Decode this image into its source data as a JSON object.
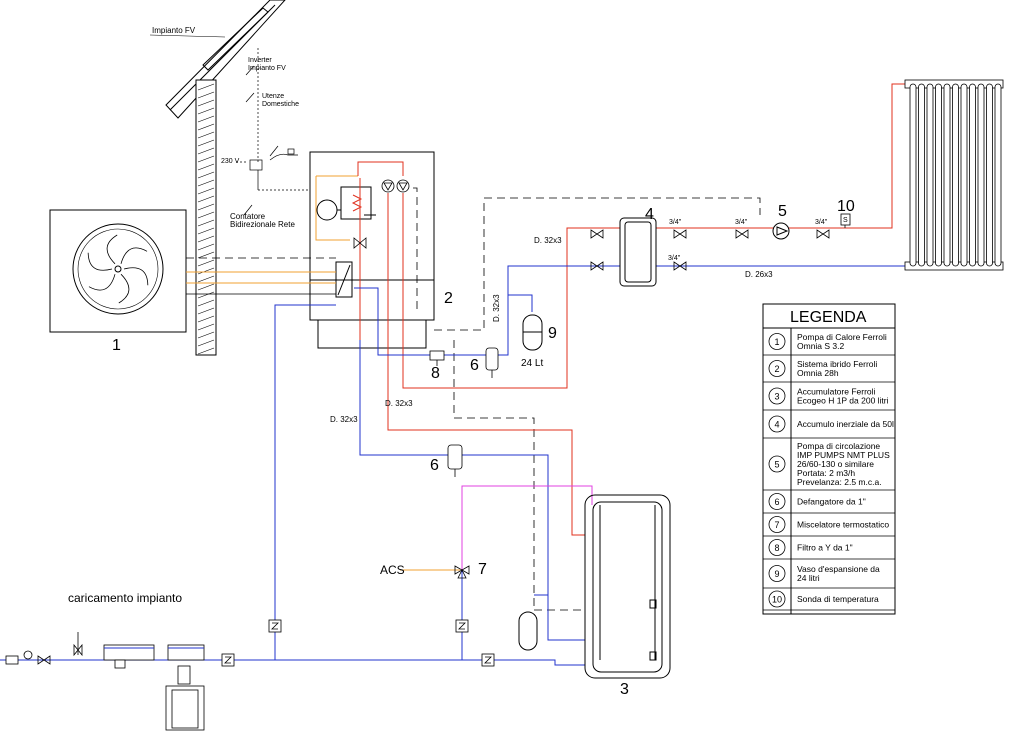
{
  "labels": {
    "impianto_fv": "Impianto FV",
    "inverter": [
      "Inverter",
      "Impianto FV"
    ],
    "utenze": [
      "Utenze",
      "Domestiche"
    ],
    "contatore": [
      "Contatore",
      "Bidirezionale Rete"
    ],
    "v230": "230 V",
    "d32_1": "D. 32x3",
    "d32_2": "D. 32x3",
    "d32_3": "D. 32x3",
    "d32_4": "D. 32x3",
    "d26": "D. 26x3",
    "size_34_a": "3/4\"",
    "size_34_b": "3/4\"",
    "size_34_c": "3/4\"",
    "size_34_d": "3/4\"",
    "vessel_volume": "24 Lt",
    "acs": "ACS",
    "caricamento": "caricamento impianto"
  },
  "numbers": {
    "n1": "1",
    "n2": "2",
    "n3": "3",
    "n4": "4",
    "n5": "5",
    "n6a": "6",
    "n6b": "6",
    "n7": "7",
    "n8": "8",
    "n9": "9",
    "n10": "10"
  },
  "legend": {
    "title": "LEGENDA",
    "items": [
      {
        "num": "1",
        "lines": [
          "Pompa di Calore Ferroli",
          "Omnia S 3.2"
        ]
      },
      {
        "num": "2",
        "lines": [
          "Sistema ibrido Ferroli",
          "Omnia 28h"
        ]
      },
      {
        "num": "3",
        "lines": [
          "Accumulatore Ferroli",
          "Ecogeo H 1P da 200 litri"
        ]
      },
      {
        "num": "4",
        "lines": [
          "Accumulo inerziale da 50l"
        ]
      },
      {
        "num": "5",
        "lines": [
          "Pompa di circolazione",
          "IMP PUMPS NMT PLUS",
          "26/60-130 o similare",
          "Portata: 2 m3/h",
          "Prevelanza: 2.5 m.c.a."
        ]
      },
      {
        "num": "6",
        "lines": [
          "Defangatore da 1\""
        ]
      },
      {
        "num": "7",
        "lines": [
          "Miscelatore termostatico"
        ]
      },
      {
        "num": "8",
        "lines": [
          "Filtro a Y da 1\""
        ]
      },
      {
        "num": "9",
        "lines": [
          "Vaso d'espansione da",
          "24 litri"
        ]
      },
      {
        "num": "10",
        "lines": [
          "Sonda di temperatura"
        ]
      }
    ]
  },
  "colors": {
    "red": "#e0301e",
    "blue": "#2233cc",
    "orange": "#f0a030",
    "magenta": "#e040e0",
    "black": "#000000"
  }
}
